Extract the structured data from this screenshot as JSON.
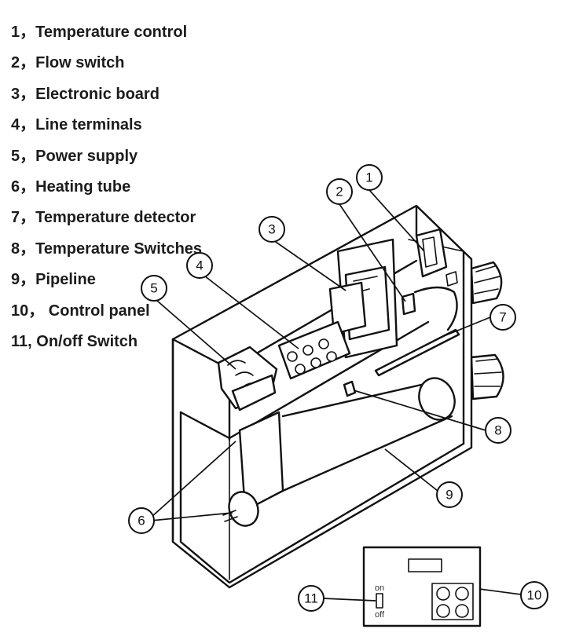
{
  "legend": {
    "items": [
      {
        "text": "1，Temperature control"
      },
      {
        "text": "2，Flow switch"
      },
      {
        "text": "3，Electronic board"
      },
      {
        "text": "4，Line terminals"
      },
      {
        "text": "5，Power supply"
      },
      {
        "text": "6，Heating tube"
      },
      {
        "text": "7，Temperature detector"
      },
      {
        "text": "8，Temperature Switches"
      },
      {
        "text": "9，Pipeline"
      },
      {
        "text": "10， Control panel"
      },
      {
        "text": "11, On/off Switch"
      }
    ]
  },
  "callouts": [
    "1",
    "2",
    "3",
    "4",
    "5",
    "6",
    "7",
    "8",
    "9",
    "10",
    "11"
  ],
  "switch": {
    "on_label": "on",
    "off_label": "off"
  }
}
